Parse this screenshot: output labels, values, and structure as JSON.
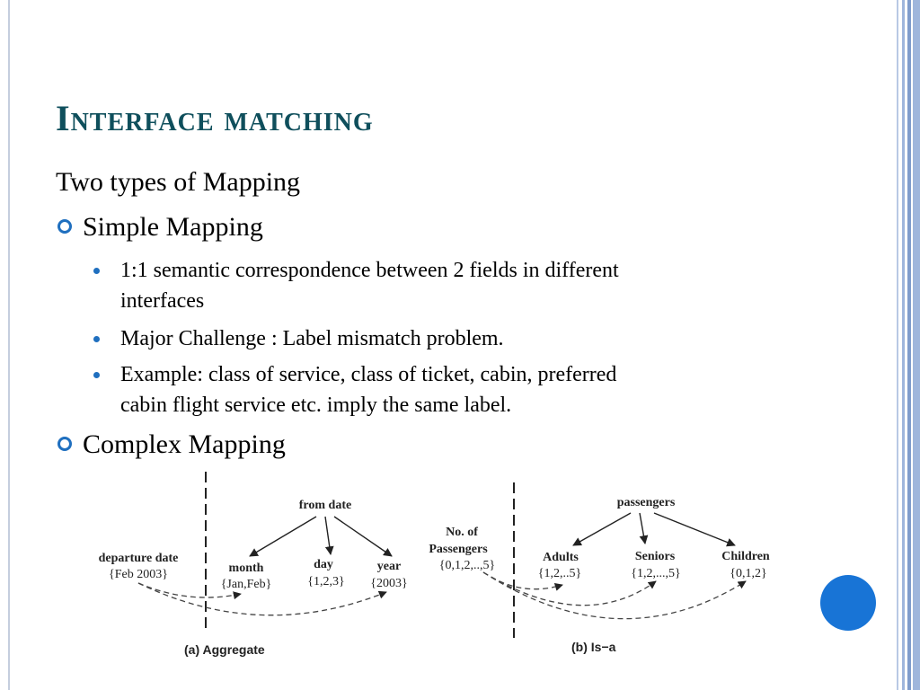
{
  "title": "Interface matching",
  "intro": "Two types of Mapping",
  "simple": {
    "heading": "Simple Mapping",
    "bullets": [
      {
        "lines": [
          "1:1 semantic correspondence between 2 fields in  different",
          "interfaces"
        ]
      },
      {
        "lines": [
          "Major Challenge : Label mismatch problem."
        ]
      },
      {
        "lines": [
          "Example: class of service, class of ticket, cabin, preferred",
          "cabin flight service etc. imply the same label."
        ]
      }
    ]
  },
  "complex": {
    "heading": "Complex Mapping"
  },
  "figure": {
    "aggregate": {
      "source_label": "departure date",
      "source_value": "{Feb 2003}",
      "root": "from date",
      "children": [
        {
          "label": "month",
          "value": "{Jan,Feb}"
        },
        {
          "label": "day",
          "value": "{1,2,3}"
        },
        {
          "label": "year",
          "value": "{2003}"
        }
      ],
      "caption": "(a) Aggregate"
    },
    "isa": {
      "source_label_1": "No. of",
      "source_label_2": "Passengers",
      "source_value": "{0,1,2,..,5}",
      "root": "passengers",
      "children": [
        {
          "label": "Adults",
          "value": "{1,2,..5}"
        },
        {
          "label": "Seniors",
          "value": "{1,2,...,5}"
        },
        {
          "label": "Children",
          "value": "{0,1,2}"
        }
      ],
      "caption": "(b) Is−a"
    }
  },
  "colors": {
    "title": "#0f4f5c",
    "accent": "#1f6fbf",
    "circle": "#1874d6"
  }
}
